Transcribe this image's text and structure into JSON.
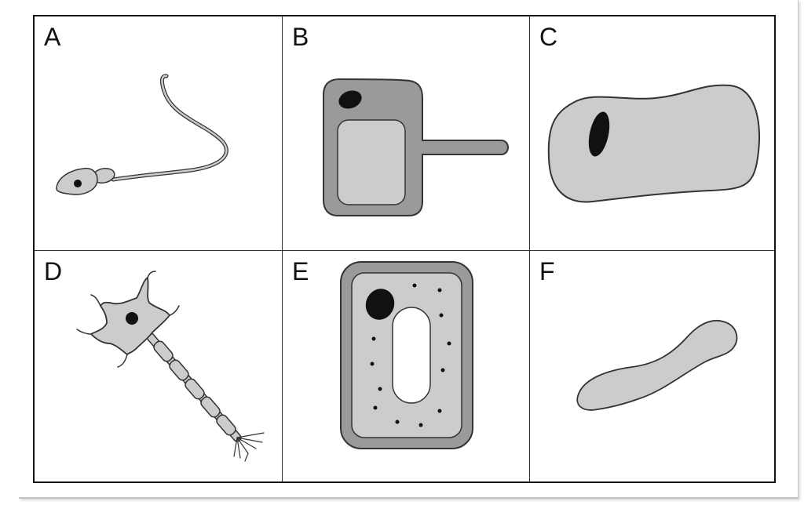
{
  "cells": [
    {
      "label": "A",
      "icon": "sperm-cell-icon"
    },
    {
      "label": "B",
      "icon": "root-hair-cell-icon"
    },
    {
      "label": "C",
      "icon": "muscle-cell-icon"
    },
    {
      "label": "D",
      "icon": "nerve-cell-icon"
    },
    {
      "label": "E",
      "icon": "plant-cell-icon"
    },
    {
      "label": "F",
      "icon": "red-blood-cell-icon"
    }
  ],
  "colors": {
    "light_fill": "#cccccc",
    "medium_fill": "#9a9a9a",
    "dark": "#111111",
    "outline": "#333333"
  }
}
